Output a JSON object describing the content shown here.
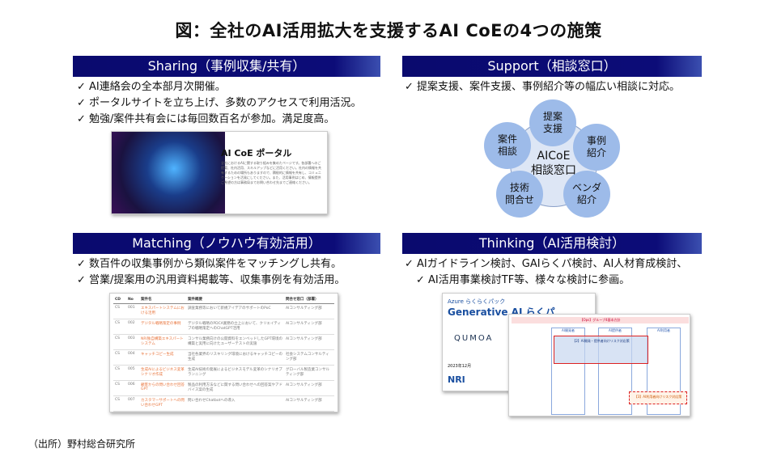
{
  "title": "図：全社のAI活用拡大を支援するAI CoEの4つの施策",
  "sharing": {
    "header": "Sharing（事例収集/共有）",
    "bullets": [
      "AI連絡会の全本部月次開催。",
      "ポータルサイトを立ち上げ、多数のアクセスで利用活況。",
      "勉強/案件共有会には毎回数百名が参加。満足度高。"
    ],
    "portal": {
      "title": "AI CoE ポータル",
      "text": "全社におけるAIに関する取り組みを集めたページです。各部署へのご提案、社内活用、スキルアップなどに活用ください。社内の情報を共有するための場所もありますので、積極的に情報を共有し、コミュニケーションを活発にしてください。また、活用事例はじめ、情報提供ご希望の方は事務局までお問い合わせ先までご連絡ください。"
    }
  },
  "support": {
    "header": "Support（相談窓口）",
    "bullets": [
      "提案支援、案件支援、事例紹介等の幅広い相談に対応。"
    ],
    "center": [
      "AICoE",
      "相談窓口"
    ],
    "nodes": [
      [
        "提案",
        "支援"
      ],
      [
        "事例",
        "紹介"
      ],
      [
        "ベンダ",
        "紹介"
      ],
      [
        "技術",
        "問合せ"
      ],
      [
        "案件",
        "相談"
      ]
    ],
    "colors": {
      "node": "#9dbbe9",
      "center": "#dde6f5"
    }
  },
  "matching": {
    "header": "Matching（ノウハウ有効活用）",
    "bullets": [
      "数百件の収集事例から類似案件をマッチングし共有。",
      "営業/提案用の汎用資料掲載等、収集事例を有効活用。"
    ],
    "table": {
      "columns": [
        "CD",
        "No",
        "案件名",
        "案件概要",
        "問合せ窓口（部署）"
      ],
      "rows": [
        [
          "CS",
          "001",
          "エキスパートシステムにおける活用",
          "調査業務等において新規アイデアのサポートのPoC",
          "AIコンサルティング部"
        ],
        [
          "CS",
          "002",
          "デジタル戦略策定の事例",
          "デジタル戦略のPDCA業務の立上において、クリエイティブの戦略策定へのChatGPT活用",
          "AIコンサルティング部"
        ],
        [
          "CS",
          "003",
          "NRI独自構築エキスパートシステム",
          "コンサル業務向けの公開資料をエンベッドしたGPT環境の構築と実用に向けたユーザーテストの実施",
          "AIコンサルティング部"
        ],
        [
          "CS",
          "004",
          "キャッチコピー生成",
          "当社各業界のリスキリング環境におけるキャッチコピーの生成",
          "社会システムコンサルティング部"
        ],
        [
          "CS",
          "005",
          "生成AIによるビジネス変革シナリオ作成",
          "生成AI技術の発展によるビジネスモデル変革のシナリオプランニング",
          "グローバル製造業コンサルティング部"
        ],
        [
          "CS",
          "006",
          "顧客からの問い合わせ回答GPT",
          "製品の利用方法などに関する問い合わせへの回答案やアドバイス案の生成",
          "AIコンサルティング部"
        ],
        [
          "CS",
          "007",
          "カスタマーサポートへの問い合わせGPT",
          "問い合わせChatbotへの導入",
          "AIコンサルティング部"
        ]
      ]
    }
  },
  "thinking": {
    "header": "Thinking（AI活用検討）",
    "bullets": [
      "AIガイドライン検討、GAIらくパ検討、AI人材育成検討、",
      "AI活用事業検討TF等、様々な検討に参画。"
    ],
    "doc": {
      "kicker": "Azure らくらくパック",
      "title": "Generative AI らくパ",
      "brand": "QUMOA",
      "date": "2023年12月",
      "logo": "NRI"
    },
    "diagram": {
      "banner": "【Ops】グループ4基本方針",
      "lanes": [
        "AI開発者",
        "AI提供者",
        "AI利用者"
      ],
      "box": "【2】AI開発・提供者向けリスク対応策",
      "box2": "【3】AI利用者向けリスク対応策"
    }
  },
  "source": "（出所）野村総合研究所"
}
